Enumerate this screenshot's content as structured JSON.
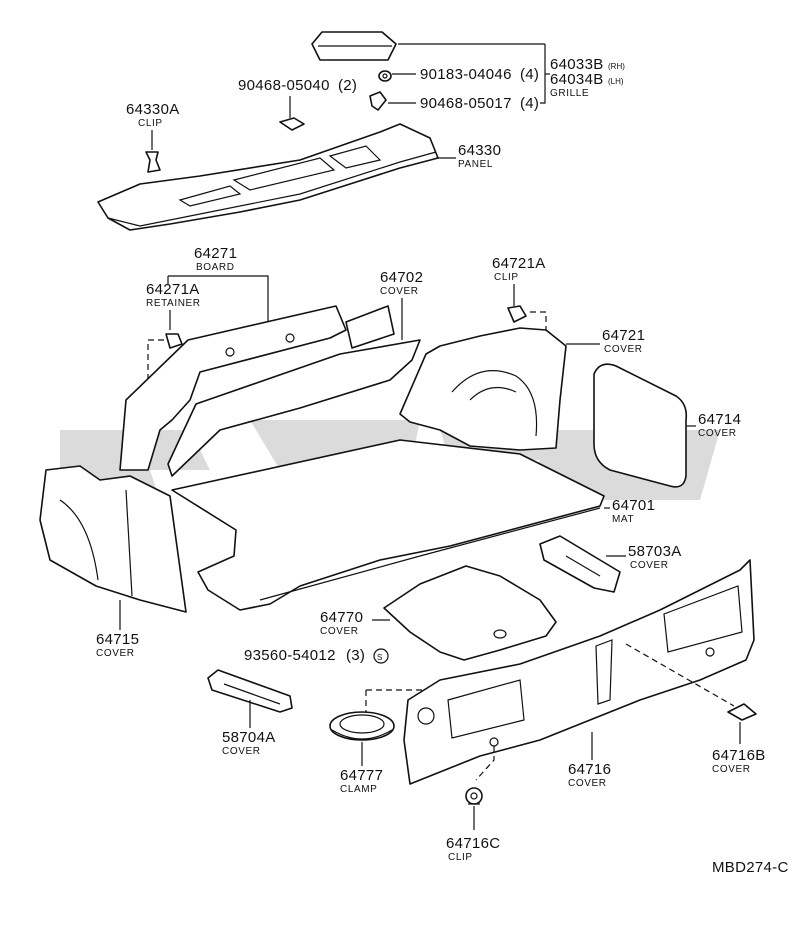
{
  "diagram_code": "MBD274-C",
  "washer_symbol": "S",
  "labels": {
    "p64033B": {
      "number": "64033B",
      "side": "(RH)"
    },
    "p64034B": {
      "number": "64034B",
      "side": "(LH)",
      "name": "GRILLE"
    },
    "p90183": {
      "number": "90183-04046",
      "qty": "(4)"
    },
    "p90468a": {
      "number": "90468-05040",
      "qty": "(2)"
    },
    "p90468b": {
      "number": "90468-05017",
      "qty": "(4)"
    },
    "p64330A": {
      "number": "64330A",
      "name": "CLIP"
    },
    "p64330": {
      "number": "64330",
      "name": "PANEL"
    },
    "p64271": {
      "number": "64271",
      "name": "BOARD"
    },
    "p64271A": {
      "number": "64271A",
      "name": "RETAINER"
    },
    "p64702": {
      "number": "64702",
      "name": "COVER"
    },
    "p64721A": {
      "number": "64721A",
      "name": "CLIP"
    },
    "p64721": {
      "number": "64721",
      "name": "COVER"
    },
    "p64714": {
      "number": "64714",
      "name": "COVER"
    },
    "p64701": {
      "number": "64701",
      "name": "MAT"
    },
    "p58703A": {
      "number": "58703A",
      "name": "COVER"
    },
    "p64715": {
      "number": "64715",
      "name": "COVER"
    },
    "p64770": {
      "number": "64770",
      "name": "COVER"
    },
    "p93560": {
      "number": "93560-54012",
      "qty": "(3)"
    },
    "p58704A": {
      "number": "58704A",
      "name": "COVER"
    },
    "p64777": {
      "number": "64777",
      "name": "CLAMP"
    },
    "p64716": {
      "number": "64716",
      "name": "COVER"
    },
    "p64716B": {
      "number": "64716B",
      "name": "COVER"
    },
    "p64716C": {
      "number": "64716C",
      "name": "CLIP"
    }
  }
}
